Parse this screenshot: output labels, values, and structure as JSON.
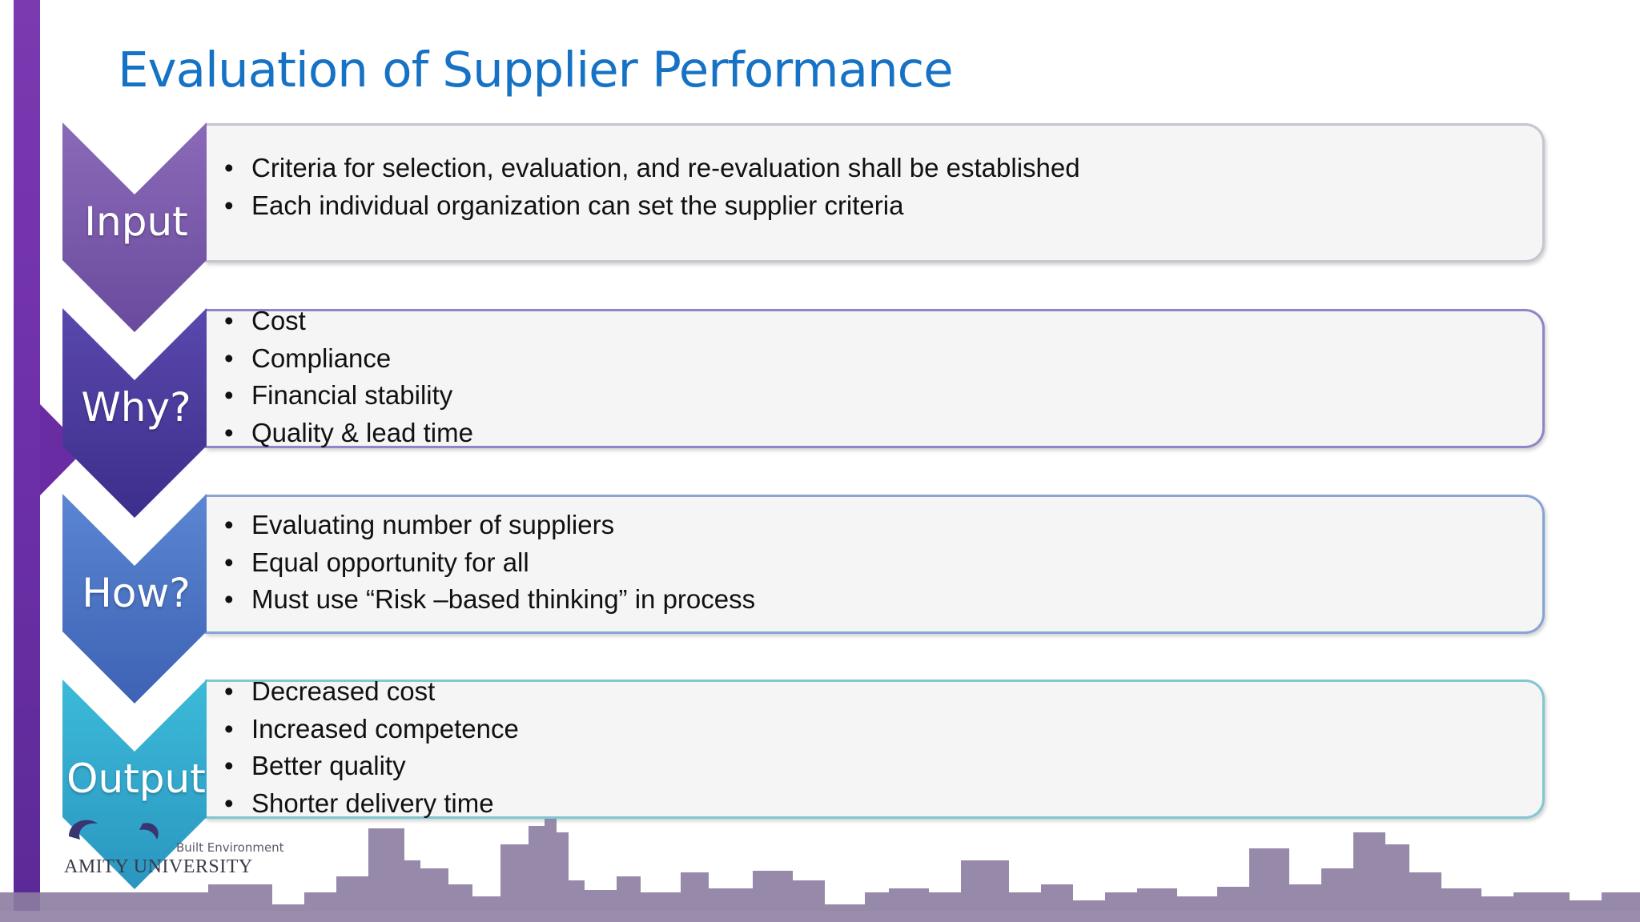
{
  "slide": {
    "title": "Evaluation of Supplier Performance"
  },
  "stages": [
    {
      "label": "Input",
      "color": "#7a58a8",
      "bullets": [
        "Criteria for selection, evaluation, and re-evaluation shall be established",
        "Each individual organization can set the supplier criteria"
      ]
    },
    {
      "label": "Why?",
      "color": "#4a3a9c",
      "bullets": [
        "Cost",
        "Compliance",
        "Financial stability",
        "Quality & lead time"
      ]
    },
    {
      "label": "How?",
      "color": "#4a72c4",
      "bullets": [
        "Evaluating number of suppliers",
        "Equal opportunity for all",
        "Must use “Risk –based thinking” in process"
      ]
    },
    {
      "label": "Output",
      "color": "#2aa9cc",
      "bullets": [
        "Decreased cost",
        "Increased competence",
        "Better quality",
        "Shorter delivery time"
      ]
    }
  ],
  "footer": {
    "logo_subtitle": "Built Environment",
    "logo_name": "AMITY UNIVERSITY"
  },
  "colors": {
    "title": "#1672c4",
    "left_bar": "#6d2fa8",
    "skyline": "#8a7a9e"
  }
}
